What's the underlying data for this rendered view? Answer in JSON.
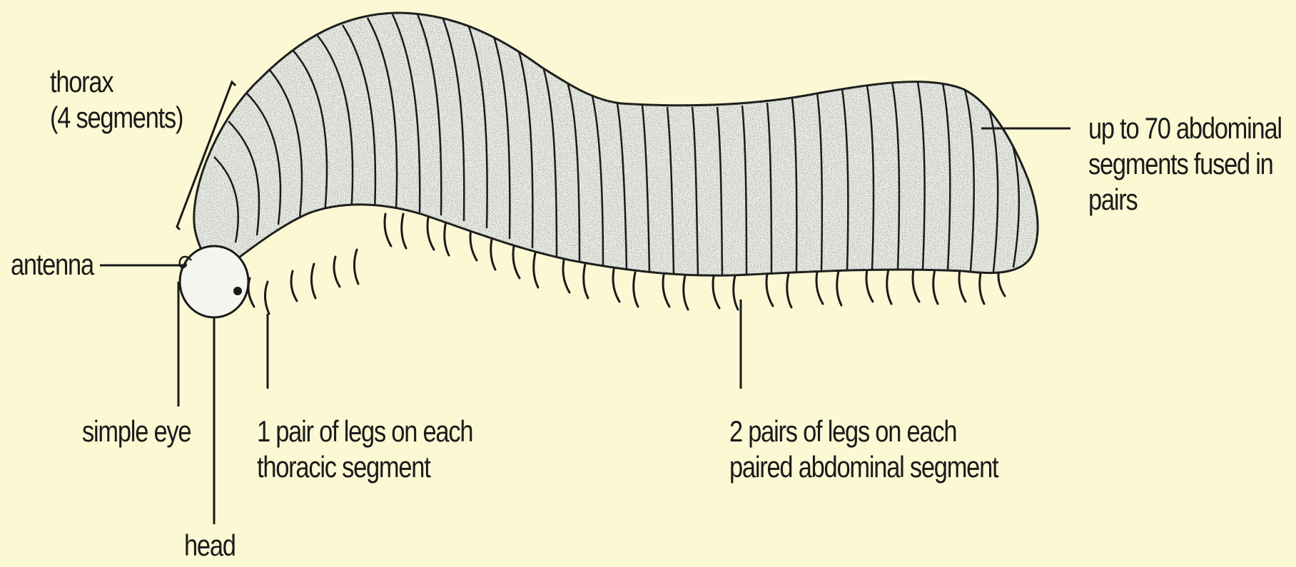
{
  "diagram": {
    "labels": {
      "thorax": {
        "line1": "thorax",
        "line2": "(4 segments)"
      },
      "antenna": "antenna",
      "simple_eye": "simple eye",
      "head": "head",
      "thoracic_legs": {
        "line1": "1 pair of legs on each",
        "line2": "thoracic segment"
      },
      "abdominal_legs": {
        "line1": "2 pairs of legs on each",
        "line2": "paired abdominal segment"
      },
      "abdominal_segments": {
        "line1": "up to 70 abdominal",
        "line2": "segments fused in",
        "line3": "pairs"
      }
    },
    "colors": {
      "background": "#fbf8d3",
      "ink": "#1a1a1a",
      "body": "#eef1ea"
    }
  }
}
